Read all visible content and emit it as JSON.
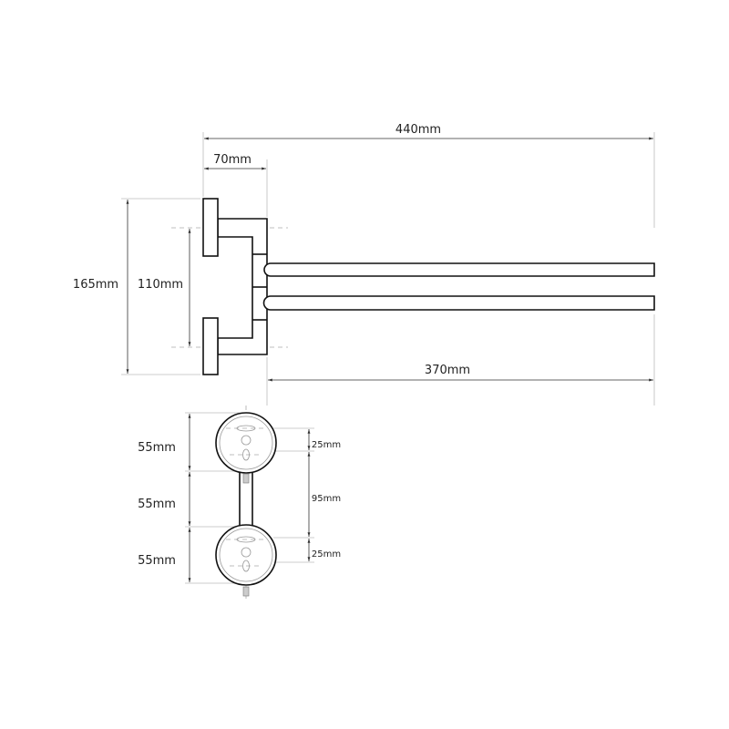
{
  "side_view": {
    "overall_length": "440mm",
    "mount_depth": "70mm",
    "overall_height": "165mm",
    "bar_spacing": "110mm",
    "bar_length": "370mm"
  },
  "front_view": {
    "plate_upper": "55mm",
    "neck": "55mm",
    "plate_lower": "55mm",
    "hole_offset_upper": "25mm",
    "hole_spacing": "95mm",
    "hole_offset_lower": "25mm"
  }
}
